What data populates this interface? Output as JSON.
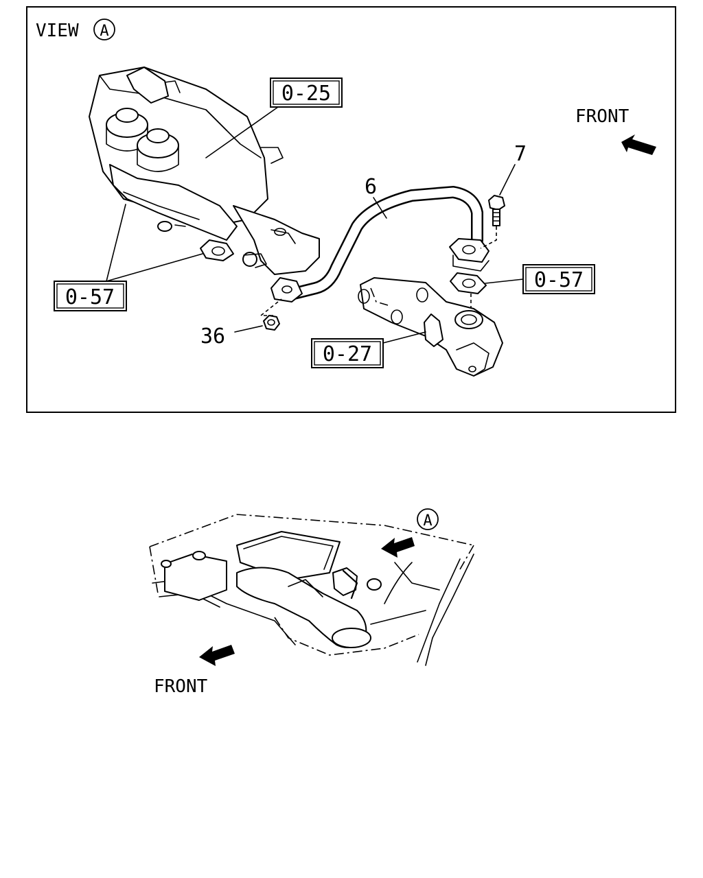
{
  "view_title": {
    "prefix": "VIEW",
    "letter": "A"
  },
  "front_label_top": "FRONT",
  "front_label_bottom": "FRONT",
  "view_marker_letter": "A",
  "callouts": {
    "c025": "0-25",
    "c057_left": "0-57",
    "c057_right": "0-57",
    "c027": "0-27",
    "n6": "6",
    "n7": "7",
    "n36": "36"
  }
}
